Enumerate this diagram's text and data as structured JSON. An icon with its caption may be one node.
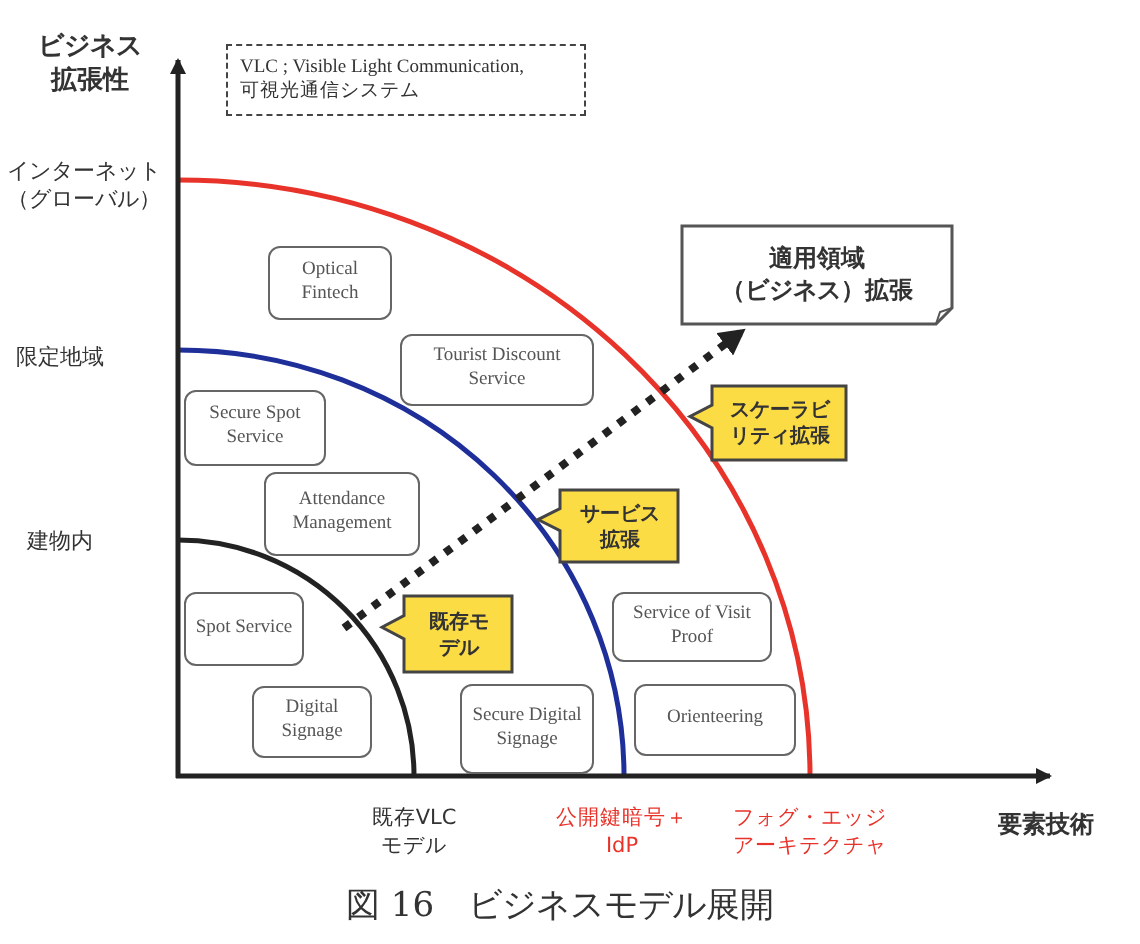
{
  "diagram": {
    "caption": "図 16　ビジネスモデル展開",
    "nodes": [
      {
        "text": [
          "VLC ; Visible Light Communication, 可視光通信システム"
        ]
      },
      {
        "text": [
          "適用領域（ビジネス）拡張"
        ]
      },
      {
        "text": [
          "Optical Fintech"
        ]
      },
      {
        "text": [
          "Tourist Discount Service"
        ]
      },
      {
        "text": [
          "Secure Spot Service"
        ]
      },
      {
        "text": [
          "スケーラビリティ拡張"
        ]
      },
      {
        "text": [
          "Attendance Management"
        ]
      },
      {
        "text": [
          "サービス拡張"
        ]
      },
      {
        "text": [
          "Spot Service"
        ]
      },
      {
        "text": [
          "既存モデル"
        ]
      },
      {
        "text": [
          "Service of Visit Proof"
        ]
      },
      {
        "text": [
          "Digital Signage"
        ]
      },
      {
        "text": [
          "Secure Digital Signage"
        ]
      },
      {
        "text": [
          "Orienteering"
        ]
      }
    ],
    "edges": [
      {
        "from": null,
        "to": 1,
        "arrow": "to",
        "style": "dashed"
      }
    ],
    "labels": [
      "ビジネス拡張性",
      "インターネット（グローバル）",
      "限定地域",
      "建物内",
      "既存VLCモデル",
      "公開鍵暗号＋IdP",
      "フォグ・エッジアーキテクチャ",
      "要素技術"
    ]
  }
}
